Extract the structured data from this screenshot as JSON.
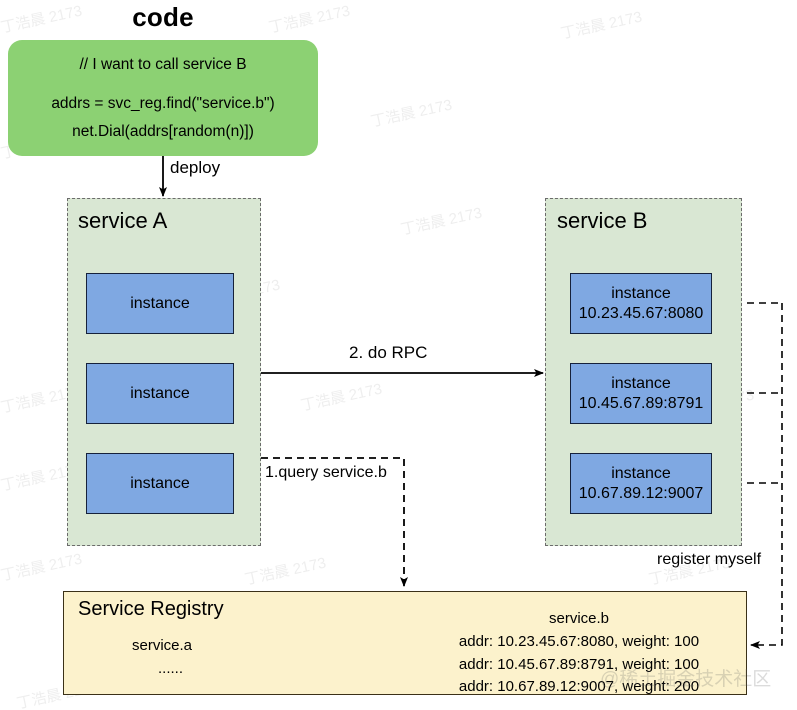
{
  "diagram": {
    "title": "service discovery rpc flow",
    "colors": {
      "code_green": "#8CD173",
      "service_group_green": "#D9E7D3",
      "instance_blue": "#7FA8E2",
      "registry_yellow": "#FCF2CC",
      "line_black": "#000000",
      "dashed_gray": "#6B6B6B"
    }
  },
  "code": {
    "title": "code",
    "lines": [
      "// I want to call service B",
      "addrs = svc_reg.find(\"service.b\")",
      "net.Dial(addrs[random(n)])"
    ],
    "deploy_label": "deploy"
  },
  "service_a": {
    "title": "service A",
    "instances": [
      {
        "name": "instance",
        "addr": ""
      },
      {
        "name": "instance",
        "addr": ""
      },
      {
        "name": "instance",
        "addr": ""
      }
    ]
  },
  "service_b": {
    "title": "service B",
    "instances": [
      {
        "name": "instance",
        "addr": "10.23.45.67:8080"
      },
      {
        "name": "instance",
        "addr": "10.45.67.89:8791"
      },
      {
        "name": "instance",
        "addr": "10.67.89.12:9007"
      }
    ]
  },
  "edges": {
    "query": "1.query service.b",
    "rpc": "2. do RPC",
    "register": "register myself"
  },
  "registry": {
    "title": "Service Registry",
    "left_entries": [
      "service.a",
      "......"
    ],
    "right_header": "service.b",
    "right_rows": [
      "addr: 10.23.45.67:8080, weight: 100",
      "addr: 10.45.67.89:8791, weight: 100",
      "addr: 10.67.89.12:9007, weight: 200"
    ]
  },
  "watermarks": {
    "tag": "丁浩晨 2173",
    "footer": "@稀土掘金技术社区"
  }
}
